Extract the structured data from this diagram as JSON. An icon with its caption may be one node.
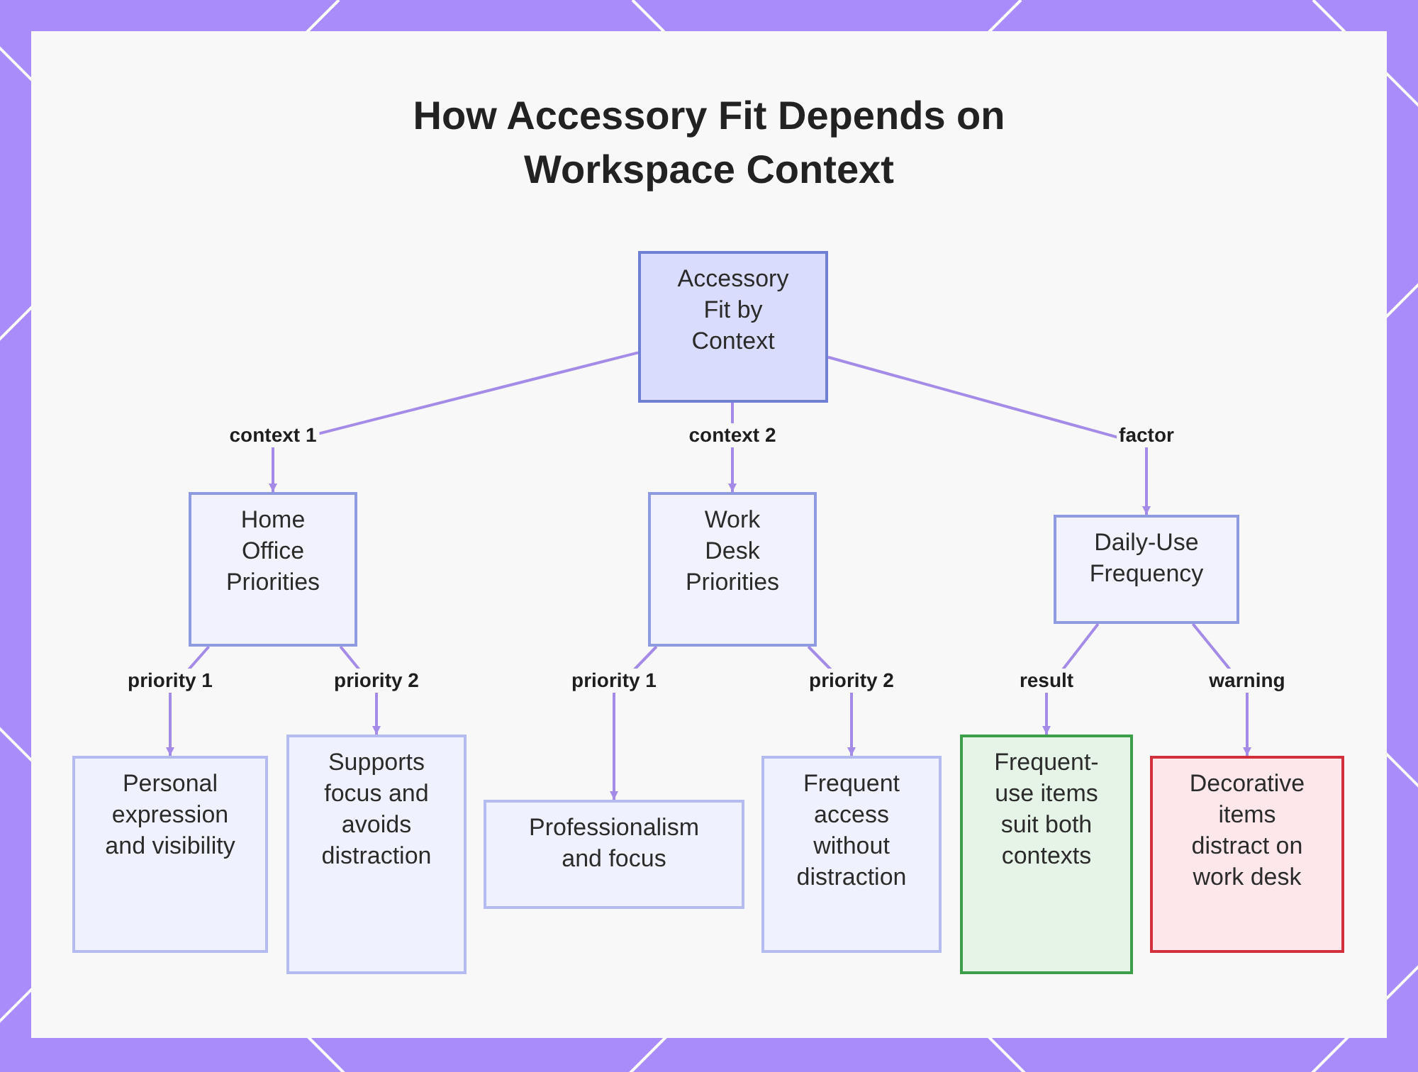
{
  "diagram": {
    "title": "How Accessory Fit Depends on Workspace Context",
    "nodes": [
      {
        "text": [
          "Accessory Fit by Context"
        ]
      },
      {
        "text": [
          "Home Office Priorities"
        ]
      },
      {
        "text": [
          "Work Desk Priorities"
        ]
      },
      {
        "text": [
          "Daily-Use Frequency"
        ]
      },
      {
        "text": [
          "Personal expression and visibility"
        ]
      },
      {
        "text": [
          "Supports focus and avoids distraction"
        ]
      },
      {
        "text": [
          "Professionalism and focus"
        ]
      },
      {
        "text": [
          "Frequent access without distraction"
        ]
      },
      {
        "text": [
          "Frequent-use items suit both contexts"
        ]
      },
      {
        "text": [
          "Decorative items distract on work desk"
        ]
      }
    ],
    "edges": [
      {
        "from": 0,
        "to": 1,
        "arrow": "to",
        "label": "context 1"
      },
      {
        "from": 0,
        "to": 2,
        "arrow": "to",
        "label": "context 2"
      },
      {
        "from": 0,
        "to": 3,
        "arrow": "to",
        "label": "factor"
      },
      {
        "from": 1,
        "to": 4,
        "arrow": "to",
        "label": "priority 1"
      },
      {
        "from": 1,
        "to": 5,
        "arrow": "to",
        "label": "priority 2"
      },
      {
        "from": 2,
        "to": 6,
        "arrow": "to",
        "label": "priority 1"
      },
      {
        "from": 2,
        "to": 7,
        "arrow": "to",
        "label": "priority 2"
      },
      {
        "from": 3,
        "to": 8,
        "arrow": "to",
        "label": "result"
      },
      {
        "from": 3,
        "to": 9,
        "arrow": "to",
        "label": "warning"
      }
    ]
  }
}
